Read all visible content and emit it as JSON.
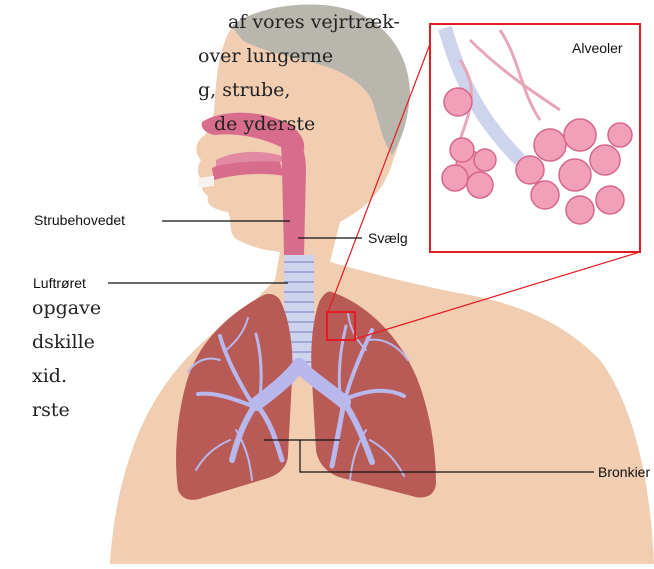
{
  "text_fragments": {
    "top": [
      "af vores vejrtræk-",
      "over lungerne",
      "g, strube,",
      "de yderste"
    ],
    "middle": [
      "opgave",
      "dskille",
      "xid.",
      "rste"
    ]
  },
  "labels": {
    "strubehovedet": "Strubehovedet",
    "luftroret": "Luftrøret",
    "svaelg": "Svælg",
    "bronkier": "Bronkier",
    "alveoler": "Alveoler"
  },
  "colors": {
    "skin": "#f1cdb2",
    "hair": "#b9b6ad",
    "airway": "#d86c8c",
    "trachea": "#cfd4ee",
    "lung": "#b85a56",
    "bronchi": "#b9b8ec",
    "highlight": "#e31b23",
    "alveoli": "#f2a0ba"
  }
}
